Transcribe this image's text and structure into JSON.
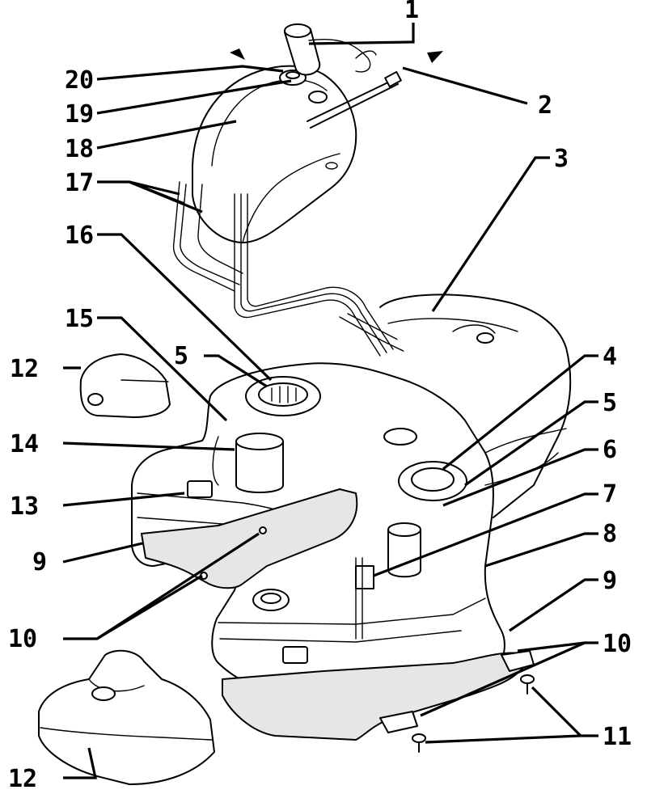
{
  "callouts": [
    "1",
    "2",
    "3",
    "4",
    "5",
    "6",
    "7",
    "8",
    "9",
    "10",
    "11",
    "12",
    "13",
    "14",
    "15",
    "16",
    "17",
    "18",
    "19",
    "20"
  ],
  "labels": {
    "c1": "1",
    "c2": "2",
    "c3": "3",
    "c4": "4",
    "c5a": "5",
    "c5b": "5",
    "c6": "6",
    "c7": "7",
    "c8": "8",
    "c9a": "9",
    "c9b": "9",
    "c10a": "10",
    "c10b": "10",
    "c11": "11",
    "c12a": "12",
    "c12b": "12",
    "c13": "13",
    "c14": "14",
    "c15": "15",
    "c16": "16",
    "c17": "17",
    "c18": "18",
    "c19": "19",
    "c20": "20"
  }
}
